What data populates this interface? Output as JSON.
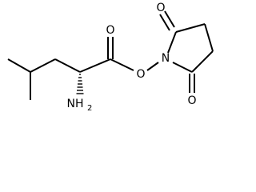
{
  "diagram": {
    "type": "chemical-structure",
    "atoms": {
      "o_ester_carbonyl": "O",
      "o_ester": "O",
      "n_ring": "N",
      "o_ring_top": "O",
      "o_ring_bottom": "O",
      "amine_n": "NH",
      "amine_sub": "2"
    }
  }
}
